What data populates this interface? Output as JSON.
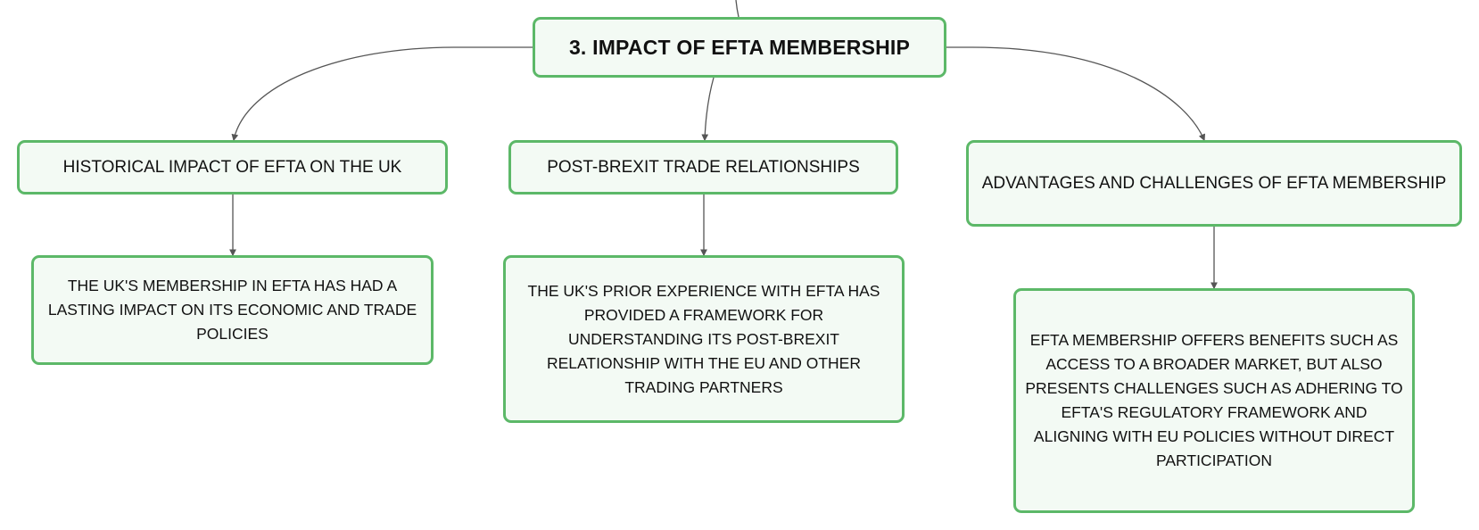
{
  "root": {
    "label": "3. IMPACT OF EFTA MEMBERSHIP"
  },
  "branches": [
    {
      "label": "HISTORICAL IMPACT OF EFTA ON THE UK",
      "detail": "THE UK'S MEMBERSHIP IN EFTA HAS HAD A LASTING IMPACT ON ITS ECONOMIC AND TRADE POLICIES"
    },
    {
      "label": "POST-BREXIT TRADE RELATIONSHIPS",
      "detail": "THE UK'S PRIOR EXPERIENCE WITH EFTA HAS PROVIDED A FRAMEWORK FOR UNDERSTANDING ITS POST-BREXIT RELATIONSHIP WITH THE EU AND OTHER TRADING PARTNERS"
    },
    {
      "label": "ADVANTAGES AND CHALLENGES OF EFTA MEMBERSHIP",
      "detail": "EFTA MEMBERSHIP OFFERS BENEFITS SUCH AS ACCESS TO A BROADER MARKET, BUT ALSO PRESENTS CHALLENGES SUCH AS ADHERING TO EFTA'S REGULATORY FRAMEWORK AND ALIGNING WITH EU POLICIES WITHOUT DIRECT PARTICIPATION"
    }
  ],
  "colors": {
    "node_border": "#5cb868",
    "node_fill": "#f3faf4",
    "connector": "#555555",
    "text": "#111111"
  }
}
